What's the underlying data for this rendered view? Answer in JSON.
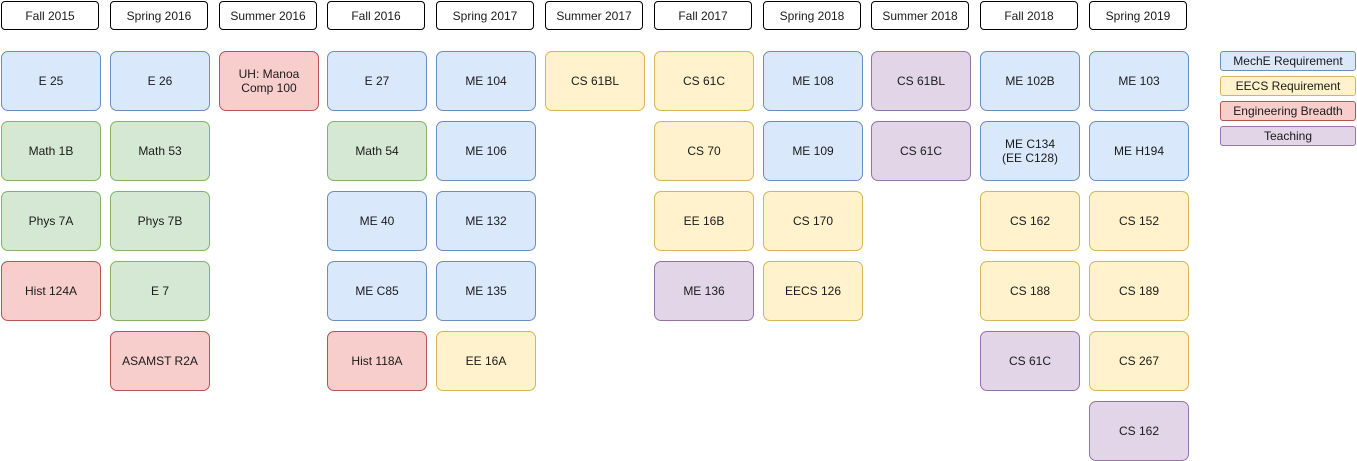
{
  "semesters": [
    {
      "label": "Fall 2015",
      "courses": [
        {
          "name": "E 25",
          "cat": "meche"
        },
        {
          "name": "Math 1B",
          "cat": "math"
        },
        {
          "name": "Phys 7A",
          "cat": "math"
        },
        {
          "name": "Hist 124A",
          "cat": "engb"
        }
      ]
    },
    {
      "label": "Spring 2016",
      "courses": [
        {
          "name": "E 26",
          "cat": "meche"
        },
        {
          "name": "Math 53",
          "cat": "math"
        },
        {
          "name": "Phys 7B",
          "cat": "math"
        },
        {
          "name": "E 7",
          "cat": "math"
        },
        {
          "name": "ASAMST R2A",
          "cat": "engb"
        }
      ]
    },
    {
      "label": "Summer 2016",
      "courses": [
        {
          "name": "UH: Manoa\nComp 100",
          "cat": "engb"
        }
      ]
    },
    {
      "label": "Fall 2016",
      "courses": [
        {
          "name": "E 27",
          "cat": "meche"
        },
        {
          "name": "Math 54",
          "cat": "math"
        },
        {
          "name": "ME 40",
          "cat": "meche"
        },
        {
          "name": "ME C85",
          "cat": "meche"
        },
        {
          "name": "Hist 118A",
          "cat": "engb"
        }
      ]
    },
    {
      "label": "Spring 2017",
      "courses": [
        {
          "name": "ME 104",
          "cat": "meche"
        },
        {
          "name": "ME 106",
          "cat": "meche"
        },
        {
          "name": "ME 132",
          "cat": "meche"
        },
        {
          "name": "ME 135",
          "cat": "meche"
        },
        {
          "name": "EE 16A",
          "cat": "eecs"
        }
      ]
    },
    {
      "label": "Summer 2017",
      "courses": [
        {
          "name": "CS 61BL",
          "cat": "eecs"
        }
      ]
    },
    {
      "label": "Fall 2017",
      "courses": [
        {
          "name": "CS 61C",
          "cat": "eecs"
        },
        {
          "name": "CS 70",
          "cat": "eecs"
        },
        {
          "name": "EE 16B",
          "cat": "eecs"
        },
        {
          "name": "ME 136",
          "cat": "teach"
        }
      ]
    },
    {
      "label": "Spring 2018",
      "courses": [
        {
          "name": "ME 108",
          "cat": "meche"
        },
        {
          "name": "ME 109",
          "cat": "meche"
        },
        {
          "name": "CS 170",
          "cat": "eecs"
        },
        {
          "name": "EECS 126",
          "cat": "eecs"
        }
      ]
    },
    {
      "label": "Summer 2018",
      "courses": [
        {
          "name": "CS 61BL",
          "cat": "teach"
        },
        {
          "name": "CS 61C",
          "cat": "teach"
        }
      ]
    },
    {
      "label": "Fall 2018",
      "courses": [
        {
          "name": "ME 102B",
          "cat": "meche"
        },
        {
          "name": "ME C134\n(EE C128)",
          "cat": "meche"
        },
        {
          "name": "CS 162",
          "cat": "eecs"
        },
        {
          "name": "CS 188",
          "cat": "eecs"
        },
        {
          "name": "CS 61C",
          "cat": "teach"
        }
      ]
    },
    {
      "label": "Spring 2019",
      "courses": [
        {
          "name": "ME 103",
          "cat": "meche"
        },
        {
          "name": "ME H194",
          "cat": "meche"
        },
        {
          "name": "CS 152",
          "cat": "eecs"
        },
        {
          "name": "CS 189",
          "cat": "eecs"
        },
        {
          "name": "CS 267",
          "cat": "eecs"
        },
        {
          "name": "CS 162",
          "cat": "teach"
        }
      ]
    }
  ],
  "legend": [
    {
      "label": "MechE Requirement",
      "cat": "meche"
    },
    {
      "label": "EECS Requirement",
      "cat": "eecs"
    },
    {
      "label": "Engineering Breadth",
      "cat": "engb"
    },
    {
      "label": "Teaching",
      "cat": "teach"
    }
  ],
  "colors": {
    "meche": "#dae8fc",
    "eecs": "#fff2cc",
    "engb": "#f8cecc",
    "teach": "#e1d5e7",
    "math": "#d5e8d4"
  }
}
